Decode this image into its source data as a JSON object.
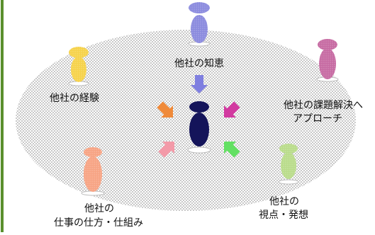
{
  "diagram": {
    "colors": {
      "left_border": "#5a8f2e",
      "ellipse_dots": "#c4c4c4",
      "center_figure": "#14145a",
      "top_figure": "#8a8ade",
      "left_figure": "#f6d24a",
      "right_figure": "#c66aa2",
      "bottom_left_figure": "#f7a383",
      "bottom_right_figure": "#b9dc8a",
      "arrow_top": "#7f7fe0",
      "arrow_upper_left": "#ef8a3a",
      "arrow_upper_right": "#d23aa0",
      "arrow_lower_left": "#f39aa8",
      "arrow_lower_right": "#63e063"
    },
    "labels": {
      "top": "他社の知恵",
      "left": "他社の経験",
      "right_line1": "他社の課題解決へ",
      "right_line2": "アプローチ",
      "bottom_left_line1": "他社の",
      "bottom_left_line2": "仕事の仕方・仕組み",
      "bottom_right_line1": "他社の",
      "bottom_right_line2": "視点・発想"
    }
  }
}
